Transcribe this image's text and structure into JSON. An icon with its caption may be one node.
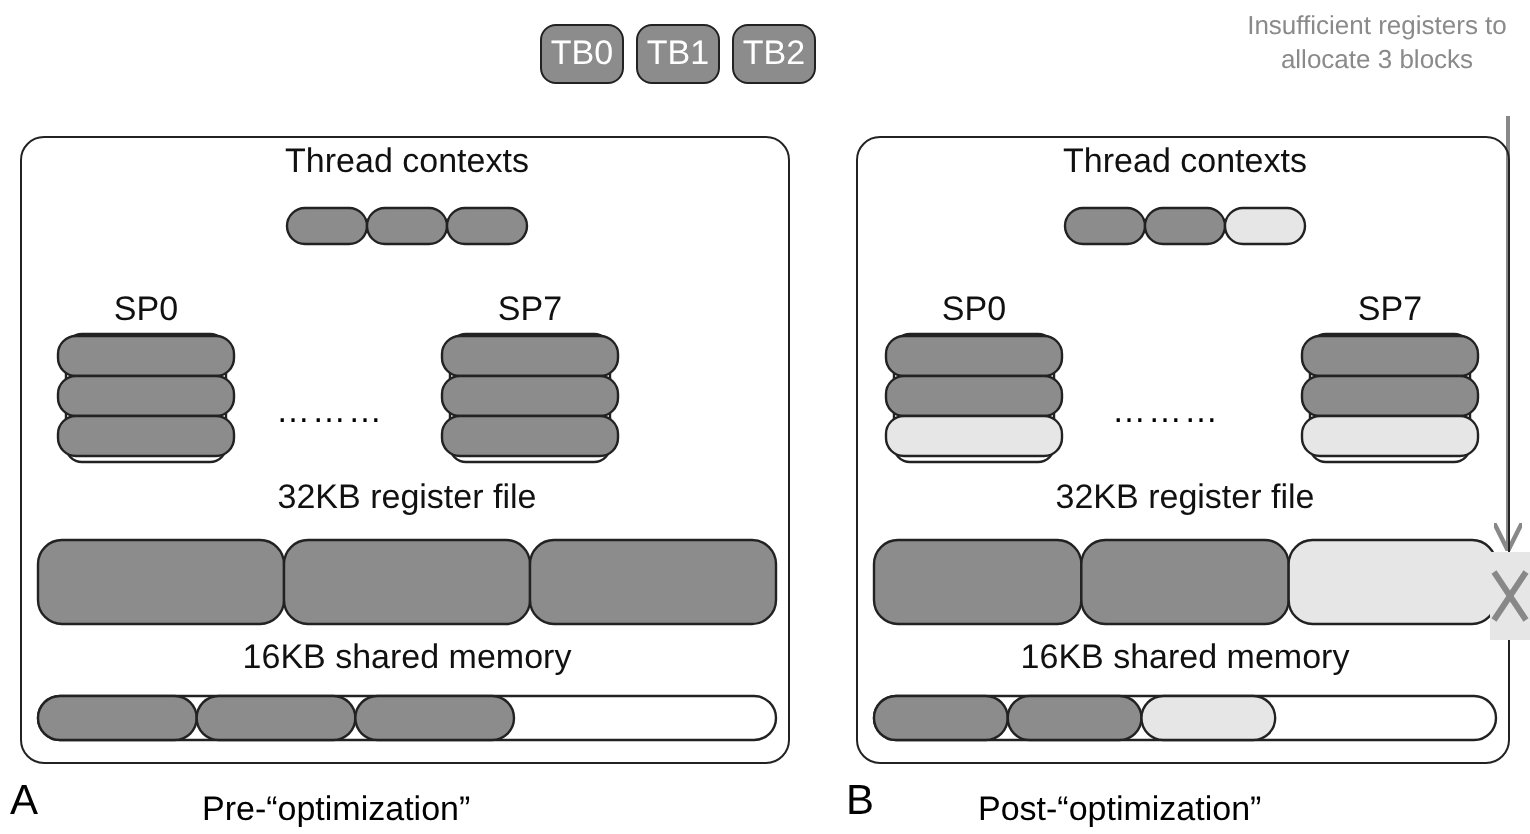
{
  "diagram": {
    "nodes": [
      {
        "text": [
          "TB0"
        ]
      },
      {
        "text": [
          "TB1"
        ]
      },
      {
        "text": [
          "TB2"
        ]
      },
      {
        "text": [
          "Pre-“optimization”"
        ],
        "beside": [
          "A"
        ]
      },
      {
        "text": [
          "Thread contexts"
        ],
        "in": 3
      },
      {
        "text": [
          "SP0"
        ],
        "in": 3
      },
      {
        "text": [
          "SP7"
        ],
        "in": 3
      },
      {
        "text": [
          "32KB register file"
        ],
        "in": 3
      },
      {
        "text": [
          "16KB shared memory"
        ],
        "in": 3
      },
      {
        "text": [
          "Post-“optimization”"
        ],
        "beside": [
          "B"
        ]
      },
      {
        "text": [
          "Thread contexts"
        ],
        "in": 9
      },
      {
        "text": [
          "SP0"
        ],
        "in": 9
      },
      {
        "text": [
          "SP7"
        ],
        "in": 9
      },
      {
        "text": [
          "32KB register file"
        ],
        "in": 9
      },
      {
        "text": [
          "16KB shared memory"
        ],
        "in": 9
      },
      {
        "text": [
          "Insufficient registers to allocate 3 blocks"
        ]
      },
      {
        "text": [],
        "shape": "cross"
      }
    ],
    "edges": [
      {
        "from": 15,
        "to": 16,
        "arrow": "to"
      }
    ],
    "labels": [
      "………",
      "………"
    ]
  }
}
